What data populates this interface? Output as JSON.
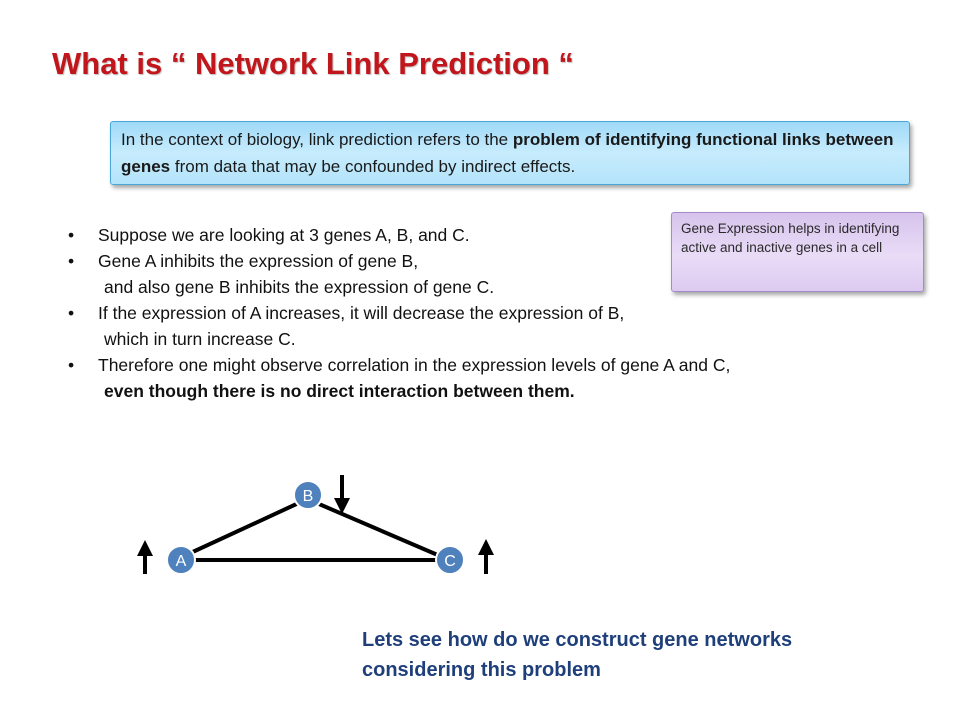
{
  "slide": {
    "title": "What is “ Network Link Prediction “"
  },
  "definition": {
    "part1": "In the context of biology, link prediction refers to the ",
    "bold": "problem of identifying functional links between genes",
    "part2": " from data that may be confounded by indirect effects."
  },
  "note": {
    "text": "Gene Expression helps in identifying active and inactive genes in a cell"
  },
  "bullets": [
    {
      "text": "Suppose we are looking at 3 genes A, B, and C."
    },
    {
      "text": "Gene A inhibits the expression of gene B,",
      "continuation": "and also gene B inhibits the expression of gene C."
    },
    {
      "text": "If the expression of A increases, it will decrease the expression of B,",
      "continuation": "which in turn increase C."
    },
    {
      "text": "Therefore one might observe correlation in the expression levels of gene A and C,",
      "continuation": "even though there is no direct interaction between them."
    }
  ],
  "diagram": {
    "node_a": "A",
    "node_b": "B",
    "node_c": "C",
    "node_color": "#4f81bd",
    "arrow_a": "up",
    "arrow_b": "down",
    "arrow_c": "up"
  },
  "closing": {
    "line1": "Lets see how do we construct gene networks",
    "line2": "considering this problem"
  },
  "colors": {
    "title": "#c0161c",
    "closing": "#1f3f7a",
    "definition_box": "#b3e3fa",
    "note_box": "#dccaf0"
  }
}
